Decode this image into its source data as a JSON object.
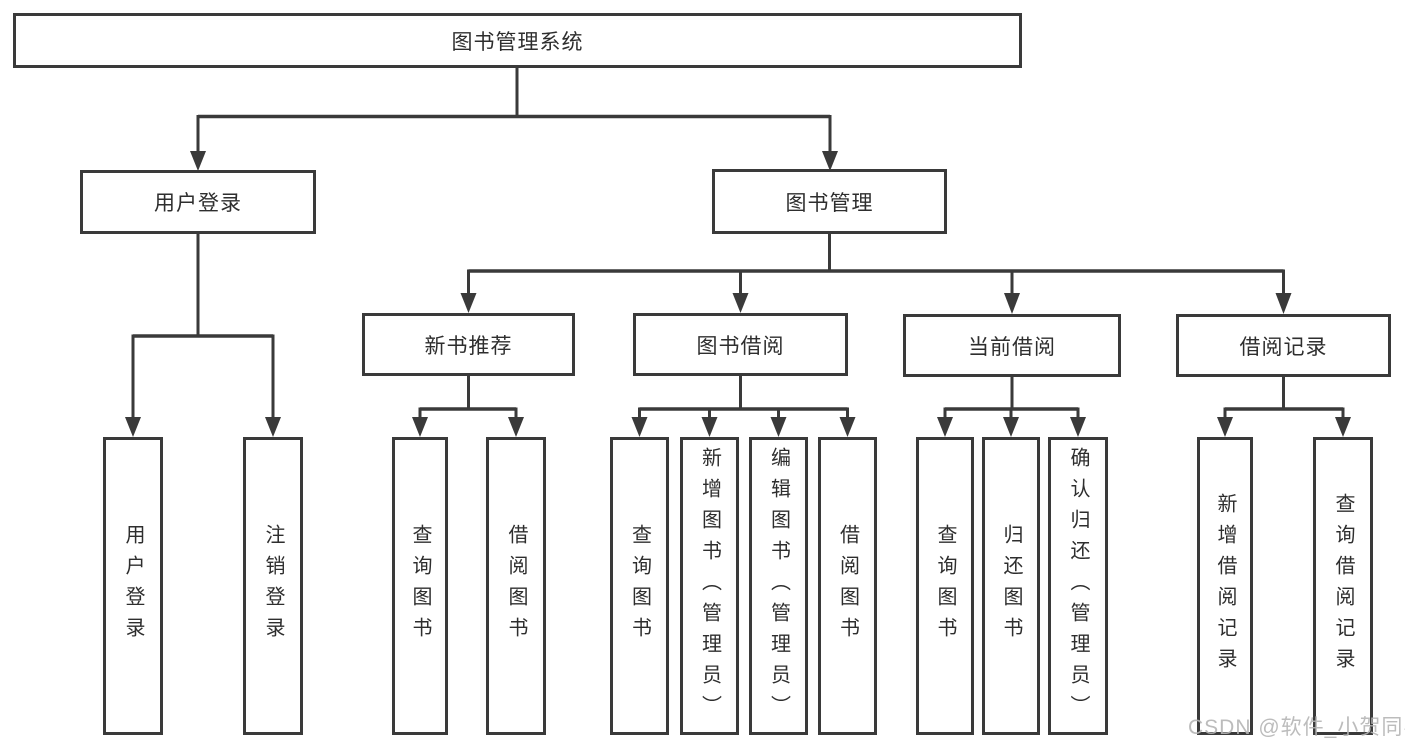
{
  "diagram": {
    "title": "图书管理系统",
    "type": "hierarchy-tree",
    "colors": {
      "line": "#3a3a3a",
      "box_background": "#ffffff",
      "text": "#2e2e2e",
      "watermark_text": "#b5b5b5"
    },
    "nodes": {
      "root": {
        "label": "图书管理系统"
      },
      "level2": [
        {
          "label": "用户登录"
        },
        {
          "label": "图书管理"
        }
      ],
      "level3": [
        {
          "label": "新书推荐"
        },
        {
          "label": "图书借阅"
        },
        {
          "label": "当前借阅"
        },
        {
          "label": "借阅记录"
        }
      ],
      "leaves": [
        {
          "label": "用户登录",
          "parent": "用户登录"
        },
        {
          "label": "注销登录",
          "parent": "用户登录"
        },
        {
          "label": "查询图书",
          "parent": "新书推荐"
        },
        {
          "label": "借阅图书",
          "parent": "新书推荐"
        },
        {
          "label": "查询图书",
          "parent": "图书借阅"
        },
        {
          "label": "新增图书（管理员）",
          "parent": "图书借阅"
        },
        {
          "label": "编辑图书（管理员）",
          "parent": "图书借阅"
        },
        {
          "label": "借阅图书",
          "parent": "图书借阅"
        },
        {
          "label": "查询图书",
          "parent": "当前借阅"
        },
        {
          "label": "归还图书",
          "parent": "当前借阅"
        },
        {
          "label": "确认归还（管理员）",
          "parent": "当前借阅"
        },
        {
          "label": "新增借阅记录",
          "parent": "借阅记录"
        },
        {
          "label": "查询借阅记录",
          "parent": "借阅记录"
        }
      ]
    },
    "watermark": "CSDN @软件_小贺同学"
  }
}
